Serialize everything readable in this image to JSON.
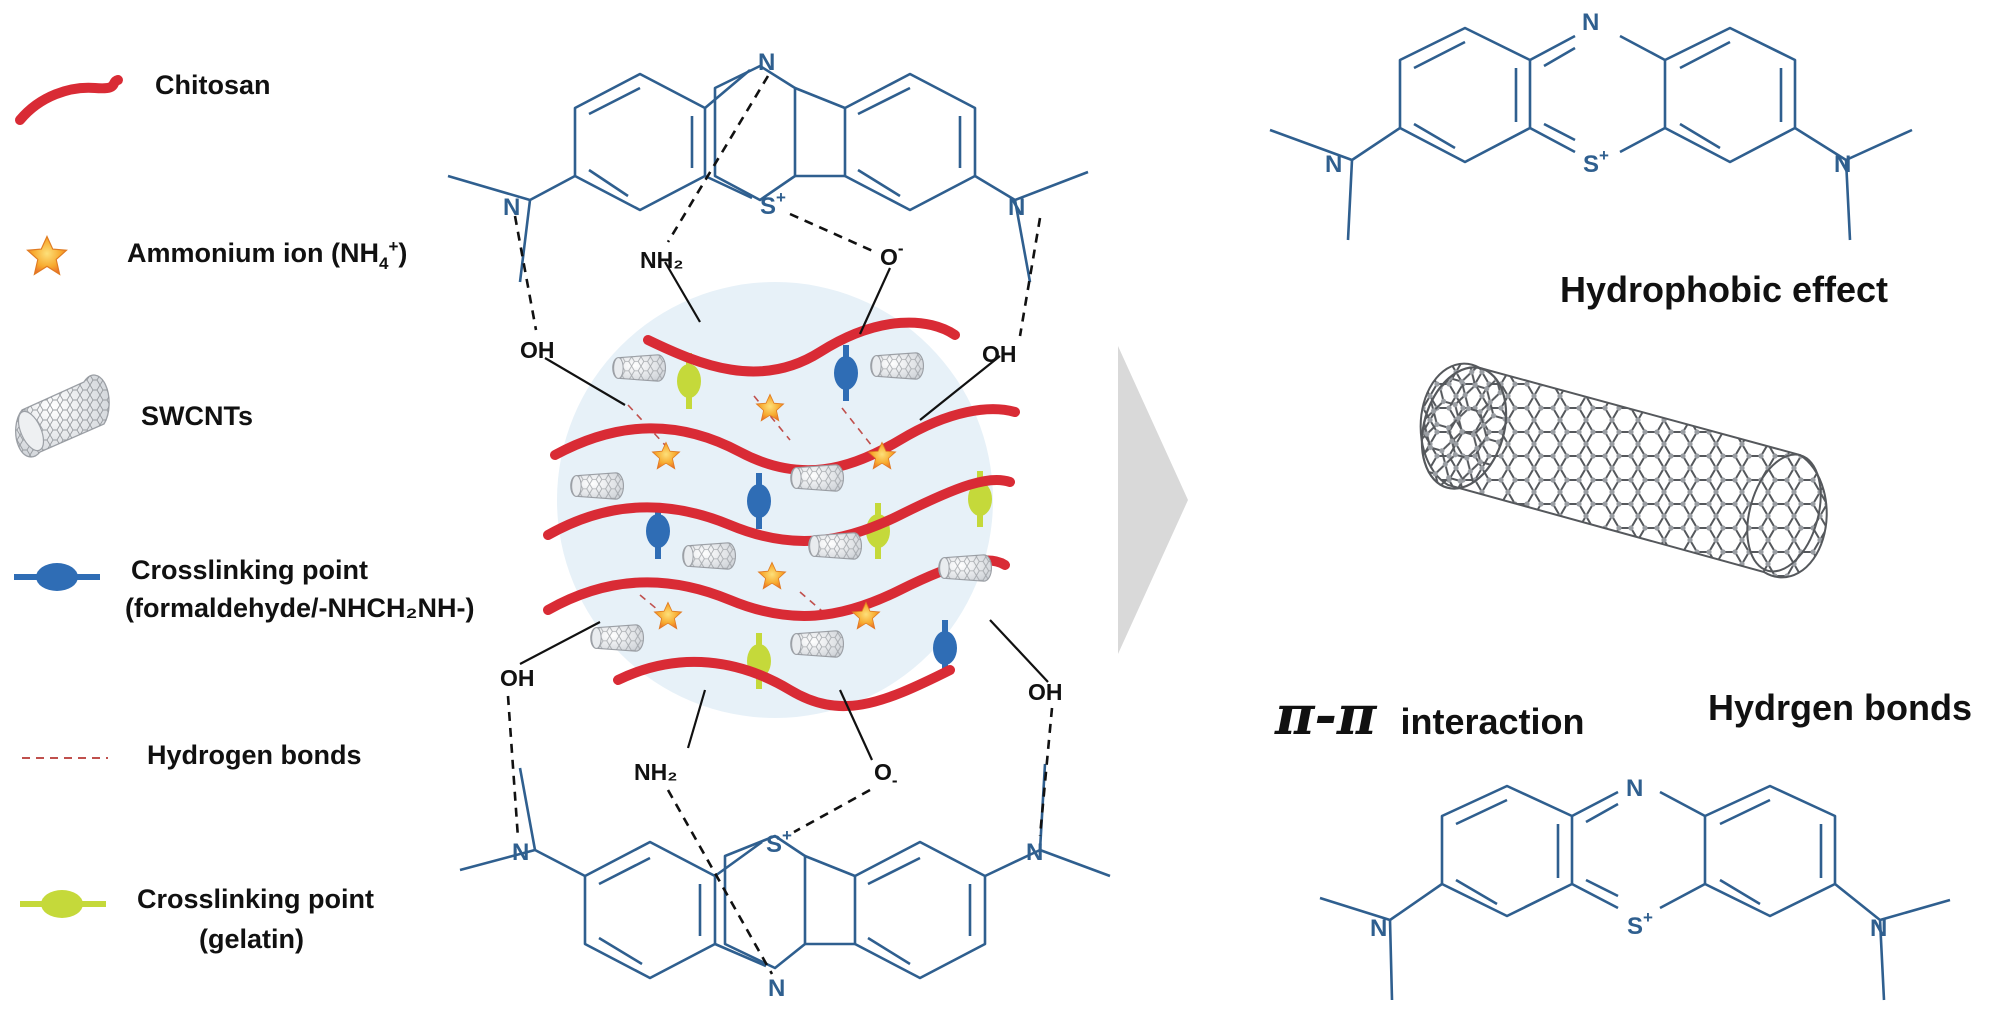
{
  "legend": {
    "chitosan": "Chitosan",
    "ammonium_prefix": "Ammonium ion (NH",
    "ammonium_sub": "4",
    "ammonium_sup": "+",
    "ammonium_suffix": ")",
    "swcnts": "SWCNTs",
    "crosslink_formaldehyde_line1": "Crosslinking point",
    "crosslink_formaldehyde_line2": "(formaldehyde/-NHCH₂NH-)",
    "hydrogen_bonds": "Hydrogen bonds",
    "crosslink_gelatin_line1": "Crosslinking point",
    "crosslink_gelatin_line2": "(gelatin)"
  },
  "center": {
    "top_n": "N",
    "top_s": "S",
    "top_s_charge": "+",
    "top_left_n": "N",
    "top_right_n": "N",
    "nh2_top": "NH₂",
    "o_top": "O",
    "o_top_charge": "-",
    "oh_top_left": "OH",
    "oh_top_right": "OH",
    "oh_bottom_left": "OH",
    "oh_bottom_right": "OH",
    "nh2_bottom": "NH₂",
    "o_bottom": "O",
    "o_bottom_charge": "-",
    "bottom_s": "S",
    "bottom_s_charge": "+",
    "bottom_n": "N",
    "bottom_left_n": "N",
    "bottom_right_n": "N"
  },
  "right": {
    "top_n": "N",
    "top_s": "S",
    "top_s_charge": "+",
    "top_left_n": "N",
    "top_right_n": "N",
    "hydrophobic": "Hydrophobic effect",
    "pi_symbol": "π-π",
    "pi_interaction": "interaction",
    "hydrogen_bonds": "Hydrgen bonds",
    "bottom_n": "N",
    "bottom_s": "S",
    "bottom_s_charge": "+",
    "bottom_left_n": "N",
    "bottom_right_n": "N"
  },
  "colors": {
    "chitosan": "#d92b35",
    "formaldehyde_crosslink": "#2f6db5",
    "gelatin_crosslink": "#c5d93a",
    "ammonium": "#f59a23",
    "molecule": "#2f5f8f",
    "arrow": "#d9d9d9"
  }
}
